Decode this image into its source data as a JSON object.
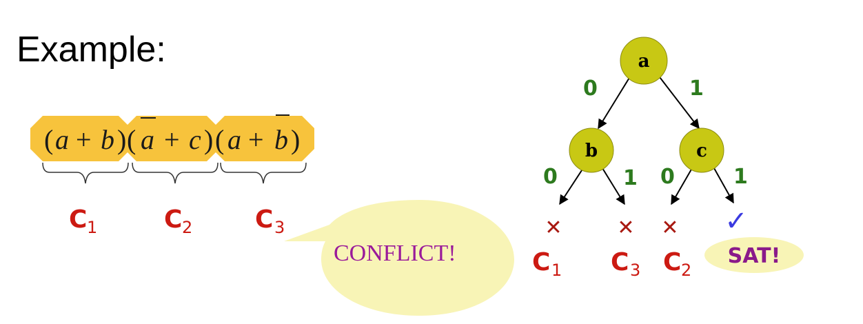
{
  "title": "Example:",
  "colors": {
    "clause_highlight": "#f7c33c",
    "clause_label": "#cc1a12",
    "node_fill": "#c8c814",
    "edge_label": "#2d7a1e",
    "conflict_bubble": "#f8f4b6",
    "conflict_text": "#9a1a9a",
    "sat_bubble": "#f8f4b6",
    "sat_text": "#8a1a8a",
    "check": "#3a3ae0",
    "cross": "#a81810"
  },
  "formula": {
    "open": "(",
    "close": ")",
    "plus": "+",
    "clauses": [
      {
        "left": "a",
        "left_bar": false,
        "right": "b",
        "right_bar": false
      },
      {
        "left": "a",
        "left_bar": true,
        "right": "c",
        "right_bar": false
      },
      {
        "left": "a",
        "left_bar": false,
        "right": "b",
        "right_bar": true
      }
    ]
  },
  "clause_labels": [
    {
      "letter": "C",
      "sub": "1"
    },
    {
      "letter": "C",
      "sub": "2"
    },
    {
      "letter": "C",
      "sub": "3"
    }
  ],
  "conflict_bubble": {
    "text": "CONFLICT!"
  },
  "tree": {
    "nodes": {
      "root": {
        "label": "a"
      },
      "left": {
        "label": "b"
      },
      "right": {
        "label": "c"
      }
    },
    "edges": {
      "root_left": "0",
      "root_right": "1",
      "left_left": "0",
      "left_right": "1",
      "right_left": "0",
      "right_right": "1"
    },
    "leaves": [
      {
        "mark": "✕",
        "letter": "C",
        "sub": "1"
      },
      {
        "mark": "✕",
        "letter": "C",
        "sub": "3"
      },
      {
        "mark": "✕",
        "letter": "C",
        "sub": "2"
      },
      {
        "mark": "✓",
        "text": "SAT!"
      }
    ]
  }
}
